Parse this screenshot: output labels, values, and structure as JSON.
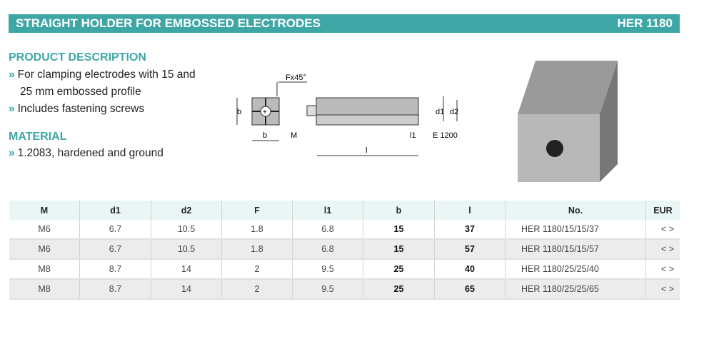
{
  "header": {
    "title": "STRAIGHT HOLDER FOR EMBOSSED ELECTRODES",
    "code": "HER 1180"
  },
  "description": {
    "heading": "PRODUCT DESCRIPTION",
    "items": [
      {
        "line1": "For clamping electrodes with 15 and",
        "line2": "25 mm embossed profile"
      },
      {
        "line1": "Includes fastening screws"
      }
    ]
  },
  "material": {
    "heading": "MATERIAL",
    "items": [
      "1.2083, hardened and ground"
    ]
  },
  "drawing": {
    "labels": {
      "chamfer": "Fx45°",
      "b_side": "b",
      "b_bottom": "b",
      "m": "M",
      "l1": "l1",
      "d1": "d1",
      "d2": "d2",
      "e": "E 1200",
      "l": "l"
    }
  },
  "table": {
    "columns": [
      "M",
      "d1",
      "d2",
      "F",
      "l1",
      "b",
      "l",
      "No.",
      "EUR"
    ],
    "rows": [
      [
        "M6",
        "6.7",
        "10.5",
        "1.8",
        "6.8",
        "15",
        "37",
        "HER 1180/15/15/37",
        "< >"
      ],
      [
        "M6",
        "6.7",
        "10.5",
        "1.8",
        "6.8",
        "15",
        "57",
        "HER 1180/15/15/57",
        "< >"
      ],
      [
        "M8",
        "8.7",
        "14",
        "2",
        "9.5",
        "25",
        "40",
        "HER 1180/25/25/40",
        "< >"
      ],
      [
        "M8",
        "8.7",
        "14",
        "2",
        "9.5",
        "25",
        "65",
        "HER 1180/25/25/65",
        "< >"
      ]
    ]
  }
}
